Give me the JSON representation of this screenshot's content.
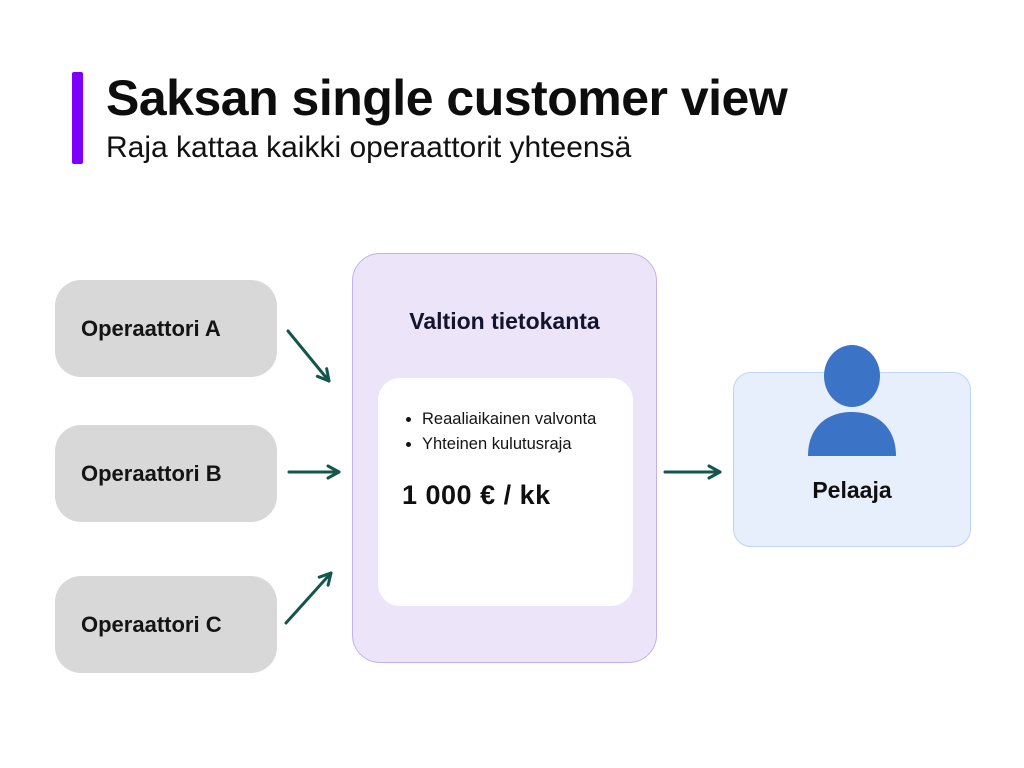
{
  "header": {
    "title": "Saksan single customer view",
    "subtitle": "Raja kattaa kaikki operaattorit yhteensä"
  },
  "operators": [
    {
      "label": "Operaattori A"
    },
    {
      "label": "Operaattori B"
    },
    {
      "label": "Operaattori C"
    }
  ],
  "database": {
    "title": "Valtion tietokanta",
    "bullets": [
      "Reaaliaikainen valvonta",
      "Yhteinen kulutusraja"
    ],
    "limit": "1 000 € / kk"
  },
  "player": {
    "label": "Pelaaja",
    "icon": "person-icon"
  },
  "colors": {
    "accent_bar": "#7d00ff",
    "operator_box_bg": "#d8d8d8",
    "database_box_bg": "#ece5f9",
    "database_box_border": "#c3b1ea",
    "inner_card_bg": "#ffffff",
    "player_box_bg": "#e6effb",
    "player_box_border": "#bdd5f0",
    "player_icon": "#3b73c6",
    "arrow": "#15564b",
    "text": "#0f0f0f"
  }
}
